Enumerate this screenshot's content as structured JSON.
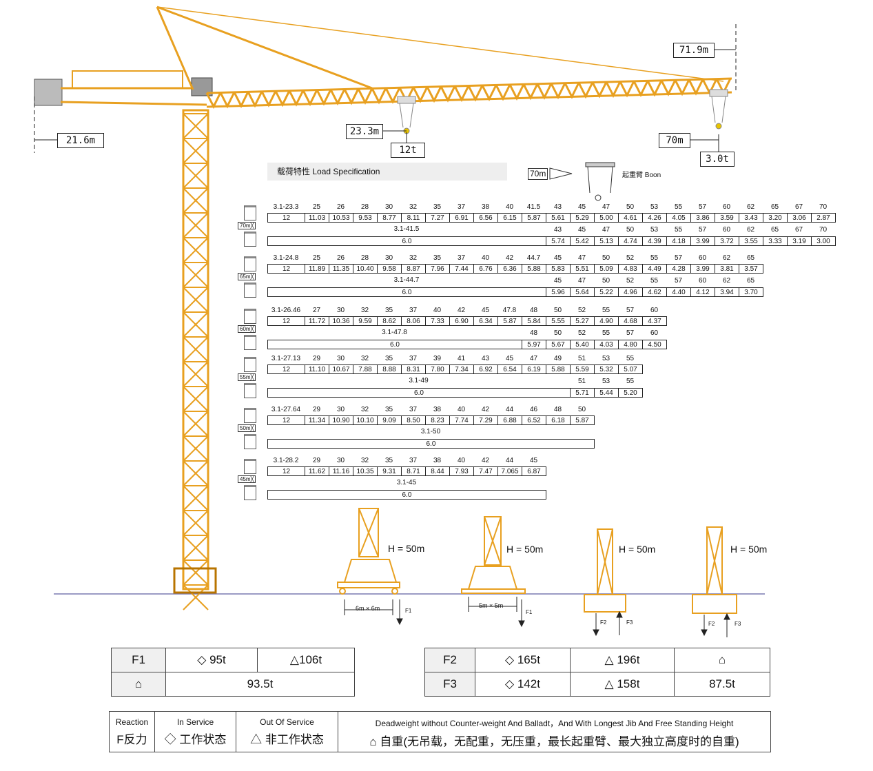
{
  "dims": {
    "height": "71.9m",
    "counter_jib": "21.6m",
    "min_radius": "23.3m",
    "min_load": "12t",
    "max_radius": "70m",
    "tip_load": "3.0t"
  },
  "spec": {
    "title_cn": "载荷特性",
    "title_en": "Load Specification",
    "jib_tag": "70m",
    "boom_cn": "起重臂",
    "boom_en": "Boon"
  },
  "load_tables": [
    {
      "jib": "70m",
      "r4": [
        "3.1-23.3",
        "25",
        "26",
        "28",
        "30",
        "32",
        "35",
        "37",
        "38",
        "40",
        "41.5",
        "43",
        "45",
        "47",
        "50",
        "53",
        "55",
        "57",
        "60",
        "62",
        "65",
        "67",
        "70"
      ],
      "l4": [
        "12",
        "11.03",
        "10.53",
        "9.53",
        "8.77",
        "8.11",
        "7.27",
        "6.91",
        "6.56",
        "6.15",
        "5.87",
        "5.61",
        "5.29",
        "5.00",
        "4.61",
        "4.26",
        "4.05",
        "3.86",
        "3.59",
        "3.43",
        "3.20",
        "3.06",
        "2.87"
      ],
      "r2_span": "3.1-41.5",
      "r2": [
        "43",
        "45",
        "47",
        "50",
        "53",
        "55",
        "57",
        "60",
        "62",
        "65",
        "67",
        "70"
      ],
      "l2_span": "6.0",
      "l2": [
        "5.74",
        "5.42",
        "5.13",
        "4.74",
        "4.39",
        "4.18",
        "3.99",
        "3.72",
        "3.55",
        "3.33",
        "3.19",
        "3.00"
      ]
    },
    {
      "jib": "65m",
      "r4": [
        "3.1-24.8",
        "25",
        "26",
        "28",
        "30",
        "32",
        "35",
        "37",
        "40",
        "42",
        "44.7",
        "45",
        "47",
        "50",
        "52",
        "55",
        "57",
        "60",
        "62",
        "65"
      ],
      "l4": [
        "12",
        "11.89",
        "11.35",
        "10.40",
        "9.58",
        "8.87",
        "7.96",
        "7.44",
        "6.76",
        "6.36",
        "5.88",
        "5.83",
        "5.51",
        "5.09",
        "4.83",
        "4.49",
        "4.28",
        "3.99",
        "3.81",
        "3.57"
      ],
      "r2_span": "3.1-44.7",
      "r2": [
        "45",
        "47",
        "50",
        "52",
        "55",
        "57",
        "60",
        "62",
        "65"
      ],
      "l2_span": "6.0",
      "l2": [
        "5.96",
        "5.64",
        "5.22",
        "4.96",
        "4.62",
        "4.40",
        "4.12",
        "3.94",
        "3.70"
      ]
    },
    {
      "jib": "60m",
      "r4": [
        "3.1-26.46",
        "27",
        "30",
        "32",
        "35",
        "37",
        "40",
        "42",
        "45",
        "47.8",
        "48",
        "50",
        "52",
        "55",
        "57",
        "60"
      ],
      "l4": [
        "12",
        "11.72",
        "10.36",
        "9.59",
        "8.62",
        "8.06",
        "7.33",
        "6.90",
        "6.34",
        "5.87",
        "5.84",
        "5.55",
        "5.27",
        "4.90",
        "4.68",
        "4.37"
      ],
      "r2_span": "3.1-47.8",
      "r2": [
        "48",
        "50",
        "52",
        "55",
        "57",
        "60"
      ],
      "l2_span": "6.0",
      "l2": [
        "5.97",
        "5.67",
        "5.40",
        "4.03",
        "4.80",
        "4.50"
      ]
    },
    {
      "jib": "55m",
      "r4": [
        "3.1-27.13",
        "29",
        "30",
        "32",
        "35",
        "37",
        "39",
        "41",
        "43",
        "45",
        "47",
        "49",
        "51",
        "53",
        "55"
      ],
      "l4": [
        "12",
        "11.10",
        "10.67",
        "7.88",
        "8.88",
        "8.31",
        "7.80",
        "7.34",
        "6.92",
        "6.54",
        "6.19",
        "5.88",
        "5.59",
        "5.32",
        "5.07"
      ],
      "r2_span": "3.1-49",
      "r2": [
        "51",
        "53",
        "55"
      ],
      "l2_span": "6.0",
      "l2": [
        "5.71",
        "5.44",
        "5.20"
      ]
    },
    {
      "jib": "50m",
      "r4": [
        "3.1-27.64",
        "29",
        "30",
        "32",
        "35",
        "37",
        "38",
        "40",
        "42",
        "44",
        "46",
        "48",
        "50"
      ],
      "l4": [
        "12",
        "11.34",
        "10.90",
        "10.10",
        "9.09",
        "8.50",
        "8.23",
        "7.74",
        "7.29",
        "6.88",
        "6.52",
        "6.18",
        "5.87"
      ],
      "r2_span": "3.1-50",
      "r2": [],
      "l2_span": "6.0",
      "l2": []
    },
    {
      "jib": "45m",
      "r4": [
        "3.1-28.2",
        "29",
        "30",
        "32",
        "35",
        "37",
        "38",
        "40",
        "42",
        "44",
        "45"
      ],
      "l4": [
        "12",
        "11.62",
        "11.16",
        "10.35",
        "9.31",
        "8.71",
        "8.44",
        "7.93",
        "7.47",
        "7.065",
        "6.87"
      ],
      "r2_span": "3.1-45",
      "r2": [],
      "l2_span": "6.0",
      "l2": []
    }
  ],
  "foundations": [
    {
      "h": "H = 50m",
      "base": "6m × 6m",
      "force": "F1"
    },
    {
      "h": "H = 50m",
      "base": "5m × 5m",
      "force": "F1"
    },
    {
      "h": "H = 50m",
      "f2": "F2",
      "f3": "F3"
    },
    {
      "h": "H = 50m",
      "f2": "F2",
      "f3": "F3"
    }
  ],
  "reactions_left": {
    "f1_label": "F1",
    "f1_in": "95t",
    "f1_out": "106t",
    "dead": "93.5t"
  },
  "reactions_right": {
    "f2_label": "F2",
    "f2_in": "165t",
    "f2_out": "196t",
    "f3_label": "F3",
    "f3_in": "142t",
    "f3_out": "158t",
    "dead": "87.5t"
  },
  "legend": {
    "reaction_en": "Reaction",
    "reaction_cn": "F反力",
    "in_en": "In Service",
    "in_cn": "工作状态",
    "out_en": "Out Of Service",
    "out_cn": "非工作状态",
    "dead_en": "Deadweight without Counter-weight And Balladt，And With Longest Jib And Free Standing Height",
    "dead_cn": "自重(无吊载，无配重，无压重，最长起重臂、最大独立高度时的自重)"
  },
  "colors": {
    "crane": "#e8a020",
    "crane_dark": "#b87400",
    "ground": "#7a7ab0"
  }
}
